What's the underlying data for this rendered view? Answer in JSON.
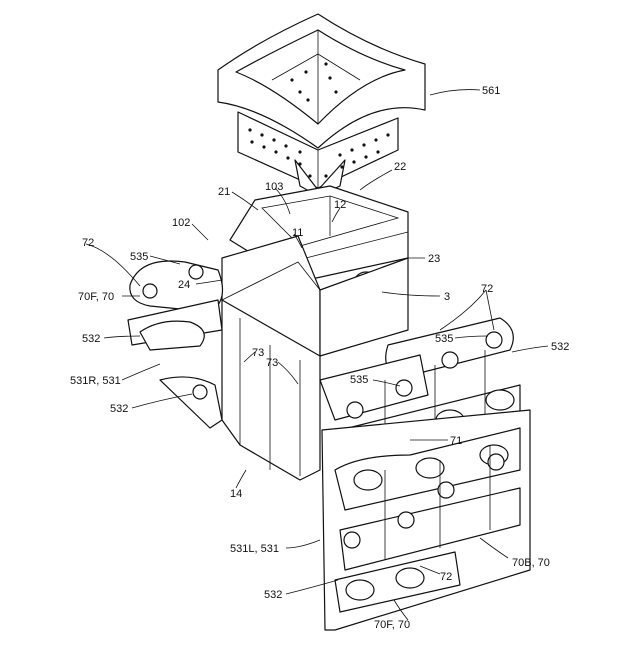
{
  "figure": {
    "labels": {
      "l561": "561",
      "l22": "22",
      "l21": "21",
      "l103": "103",
      "l12": "12",
      "l102": "102",
      "l11": "11",
      "l23": "23",
      "l72a": "72",
      "l535a": "535",
      "l24": "24",
      "l3": "3",
      "l72b": "72",
      "l70f70a": "70F, 70",
      "l535b": "535",
      "l532a": "532",
      "l532b": "532",
      "l73a": "73",
      "l73b": "73",
      "l535c": "535",
      "l531r": "531R, 531",
      "l532c": "532",
      "l71": "71",
      "l14": "14",
      "l531l": "531L, 531",
      "l70b": "70B, 70",
      "l72c": "72",
      "l532d": "532",
      "l70f70b": "70F, 70"
    }
  }
}
